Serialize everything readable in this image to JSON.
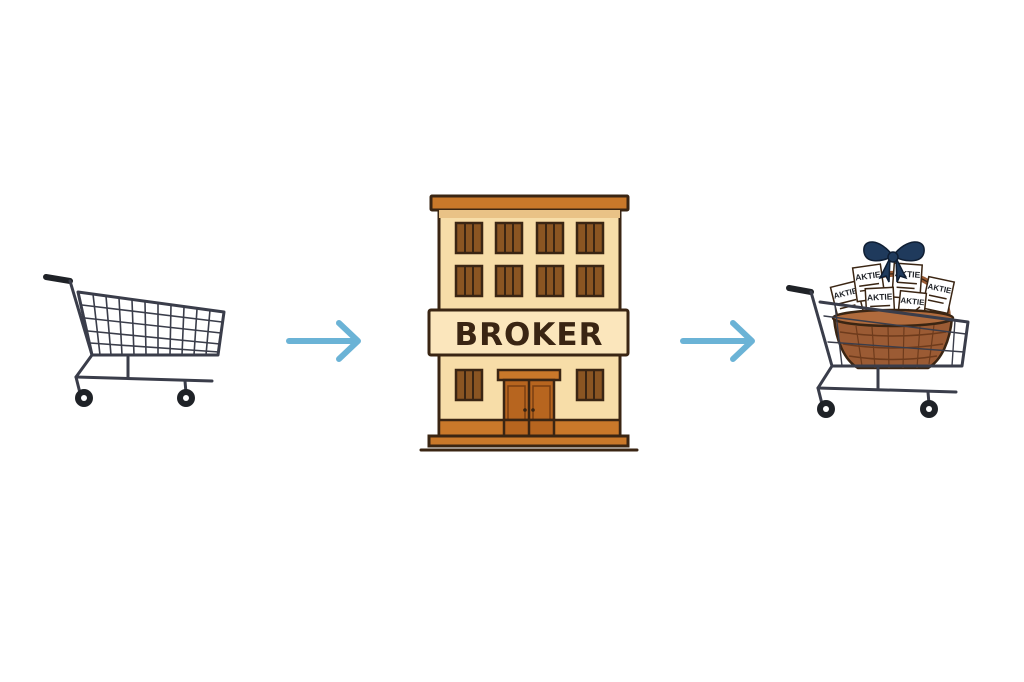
{
  "flow": {
    "steps": [
      {
        "id": "empty-cart",
        "icon": "shopping-cart-icon"
      },
      {
        "id": "broker",
        "icon": "broker-building-icon",
        "label": "BROKER"
      },
      {
        "id": "stock-basket",
        "icon": "cart-with-stock-basket-icon",
        "ticket_label": "AKTIE"
      }
    ],
    "connectors": [
      "arrow-right-icon",
      "arrow-right-icon"
    ]
  },
  "colors": {
    "arrow": "#6BB3D6",
    "outline": "#3a2513",
    "building_face": "#F7DDA8",
    "building_trim": "#C9782A",
    "window_fill": "#8a5522",
    "cart_metal": "#3a3d4a",
    "wheel": "#1f2227",
    "basket": "#9b5b34",
    "bow": "#1f3a5c"
  }
}
